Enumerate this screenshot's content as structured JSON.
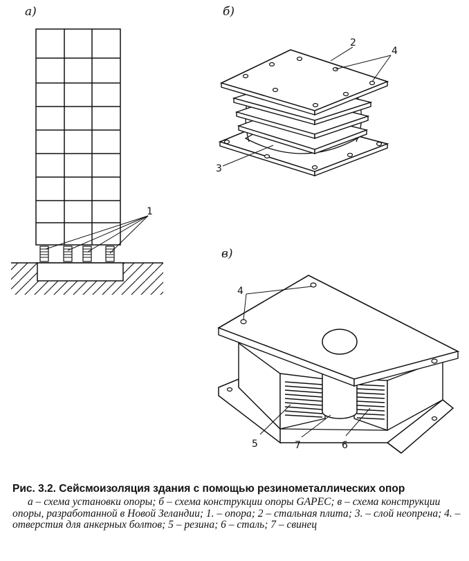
{
  "figure": {
    "panel_a": "а)",
    "panel_b": "б)",
    "panel_c": "в)",
    "callouts": {
      "a_support": "1",
      "b_plate": "2",
      "b_neoprene": "3",
      "b_holes": "4",
      "c_holes": "4",
      "c_rubber": "5",
      "c_lead": "7",
      "c_steel": "6"
    }
  },
  "caption": {
    "title": "Рис. 3.2. Сейсмоизоляция здания с помощью резинометаллических опор",
    "body": "а – схема установки опоры; б – схема конструкции опоры GAPEC; в – схема конструкции опоры, разработанной в Новой Зеландии; 1. – опора; 2 – стальная плита; 3. – слой неопрена; 4. – отверстия для анкерных болтов; 5 – резина; 6 – сталь; 7 – свинец"
  }
}
